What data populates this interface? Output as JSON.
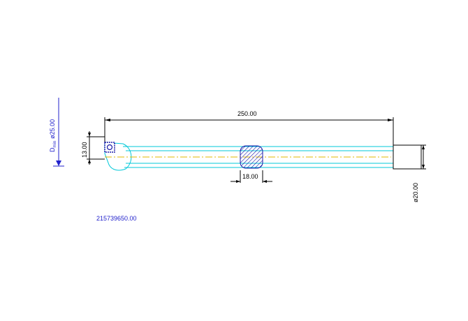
{
  "drawing": {
    "length_dimension": "250.00",
    "height_dimension": "13.00",
    "insert_width_dimension": "18.00",
    "shank_diameter_dimension": "ø20.00",
    "min_bore_label_main": "D",
    "min_bore_label_sub": "min",
    "min_bore_value": "ø25.00",
    "part_number": "215739650.00",
    "colors": {
      "outline": "#00c8d8",
      "centerline": "#e0b800",
      "dimension": "#000000",
      "insert": "#1a1aa8",
      "annotation": "#2222cc"
    }
  }
}
